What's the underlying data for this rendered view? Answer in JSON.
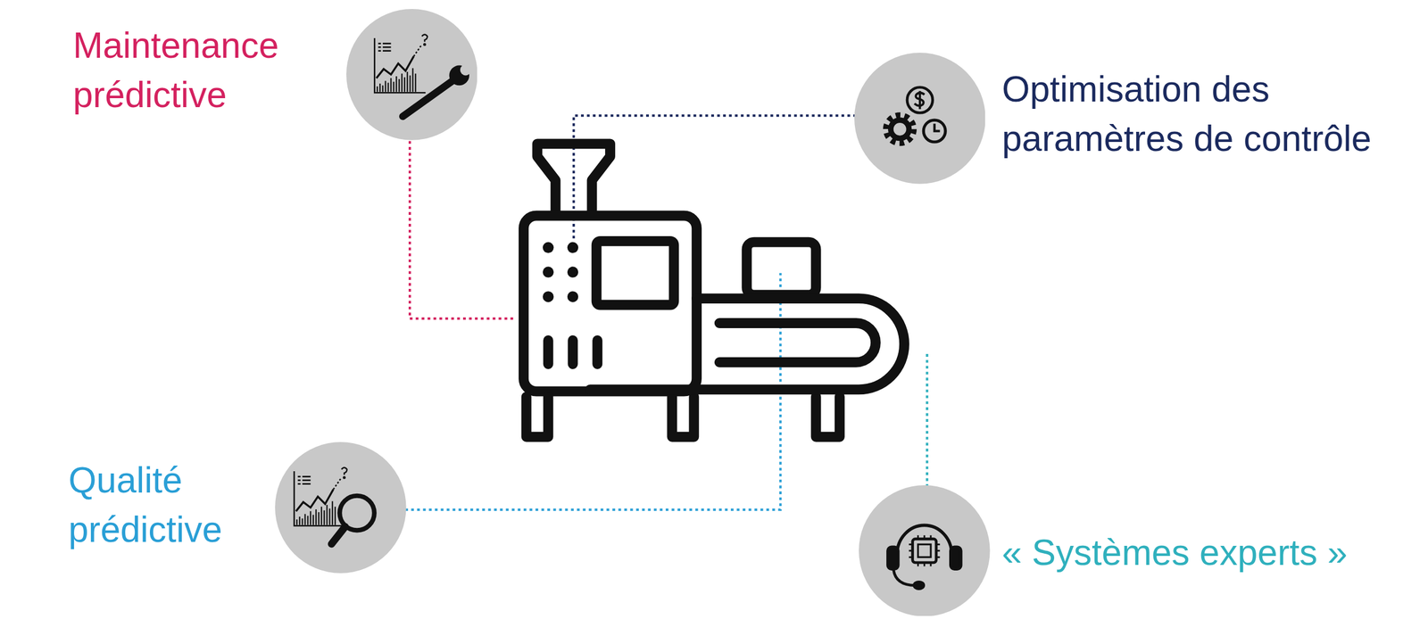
{
  "diagram": {
    "nodes": [
      {
        "text": [
          "Maintenance prédictive"
        ]
      },
      {
        "text": [
          "Optimisation des paramètres de contrôle"
        ]
      },
      {
        "text": [
          "Qualité prédictive"
        ]
      },
      {
        "text": [
          "« Systèmes experts »"
        ]
      }
    ]
  }
}
